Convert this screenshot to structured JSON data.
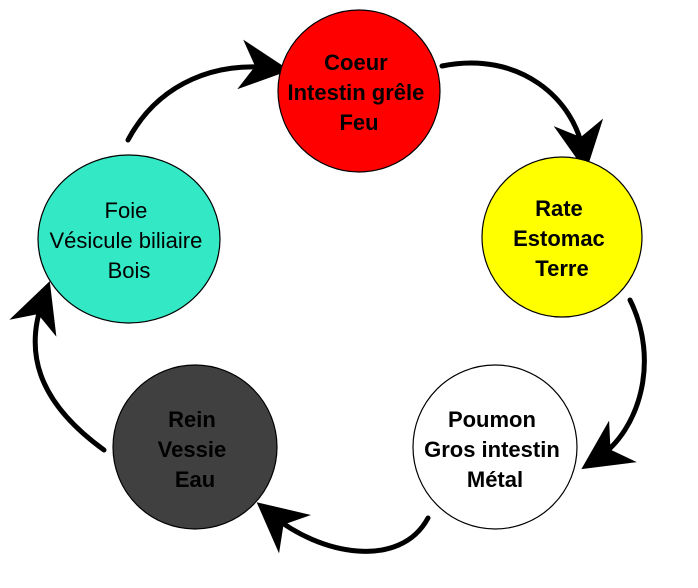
{
  "nodes": [
    {
      "id": "fire",
      "lines": [
        "Coeur",
        "Intestin grêle",
        "Feu"
      ],
      "fill": "#ff0000",
      "text_color": "#000000",
      "bold": true
    },
    {
      "id": "earth",
      "lines": [
        "Rate",
        "Estomac",
        "Terre"
      ],
      "fill": "#ffff00",
      "text_color": "#000000",
      "bold": true
    },
    {
      "id": "metal",
      "lines": [
        "Poumon",
        "Gros intestin",
        "Métal"
      ],
      "fill": "#ffffff",
      "text_color": "#000000",
      "bold": true
    },
    {
      "id": "water",
      "lines": [
        "Rein",
        "Vessie",
        "Eau"
      ],
      "fill": "#404040",
      "text_color": "#000000",
      "bold": true
    },
    {
      "id": "wood",
      "lines": [
        "Foie",
        "Vésicule biliaire",
        "Bois"
      ],
      "fill": "#33e8c4",
      "text_color": "#000000",
      "bold": false
    }
  ],
  "cycle": [
    "fire",
    "earth",
    "metal",
    "water",
    "wood",
    "fire"
  ]
}
